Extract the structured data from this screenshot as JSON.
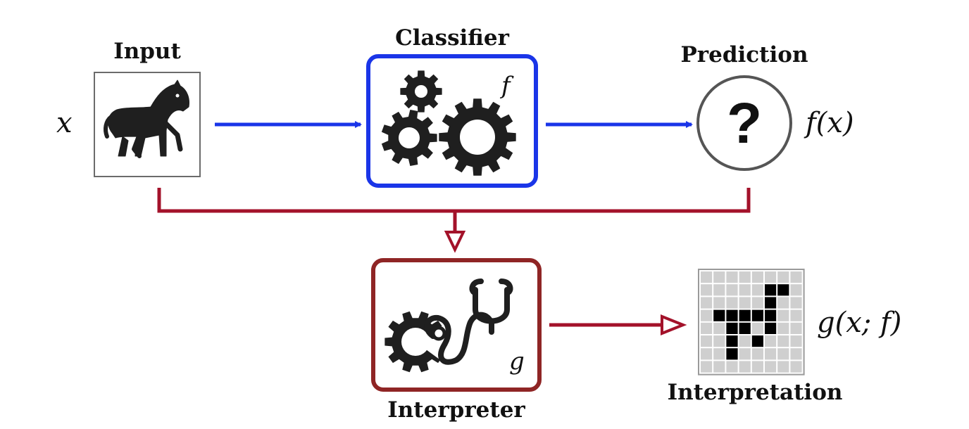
{
  "labels": {
    "input": "Input",
    "classifier": "Classifier",
    "prediction": "Prediction",
    "interpreter": "Interpreter",
    "interpretation": "Interpretation"
  },
  "math": {
    "x": "x",
    "f": "f",
    "fx": "f(x)",
    "g": "g",
    "gxf": "g(x; f)"
  },
  "prediction_symbol": "?",
  "icons": {
    "input": "horse-icon",
    "classifier": "gears-icon",
    "prediction": "question-mark-icon",
    "interpreter": "gear-stethoscope-icon",
    "interpretation": "pixel-grid-icon"
  },
  "interpretation_grid": {
    "rows": 8,
    "cols": 8,
    "filled": [
      [
        1,
        5
      ],
      [
        1,
        6
      ],
      [
        2,
        5
      ],
      [
        3,
        1
      ],
      [
        3,
        2
      ],
      [
        3,
        3
      ],
      [
        3,
        4
      ],
      [
        3,
        5
      ],
      [
        4,
        2
      ],
      [
        4,
        3
      ],
      [
        4,
        5
      ],
      [
        5,
        2
      ],
      [
        5,
        4
      ],
      [
        6,
        2
      ]
    ]
  },
  "colors": {
    "classifier_border": "#1a35e8",
    "interpreter_border": "#8f2525",
    "blue_arrow": "#1a35e8",
    "red_arrow": "#a3122a",
    "prediction_circle": "#555555",
    "icon": "#1f1f1f",
    "grid_cell": "#cfcfcf",
    "grid_filled": "#000000"
  }
}
